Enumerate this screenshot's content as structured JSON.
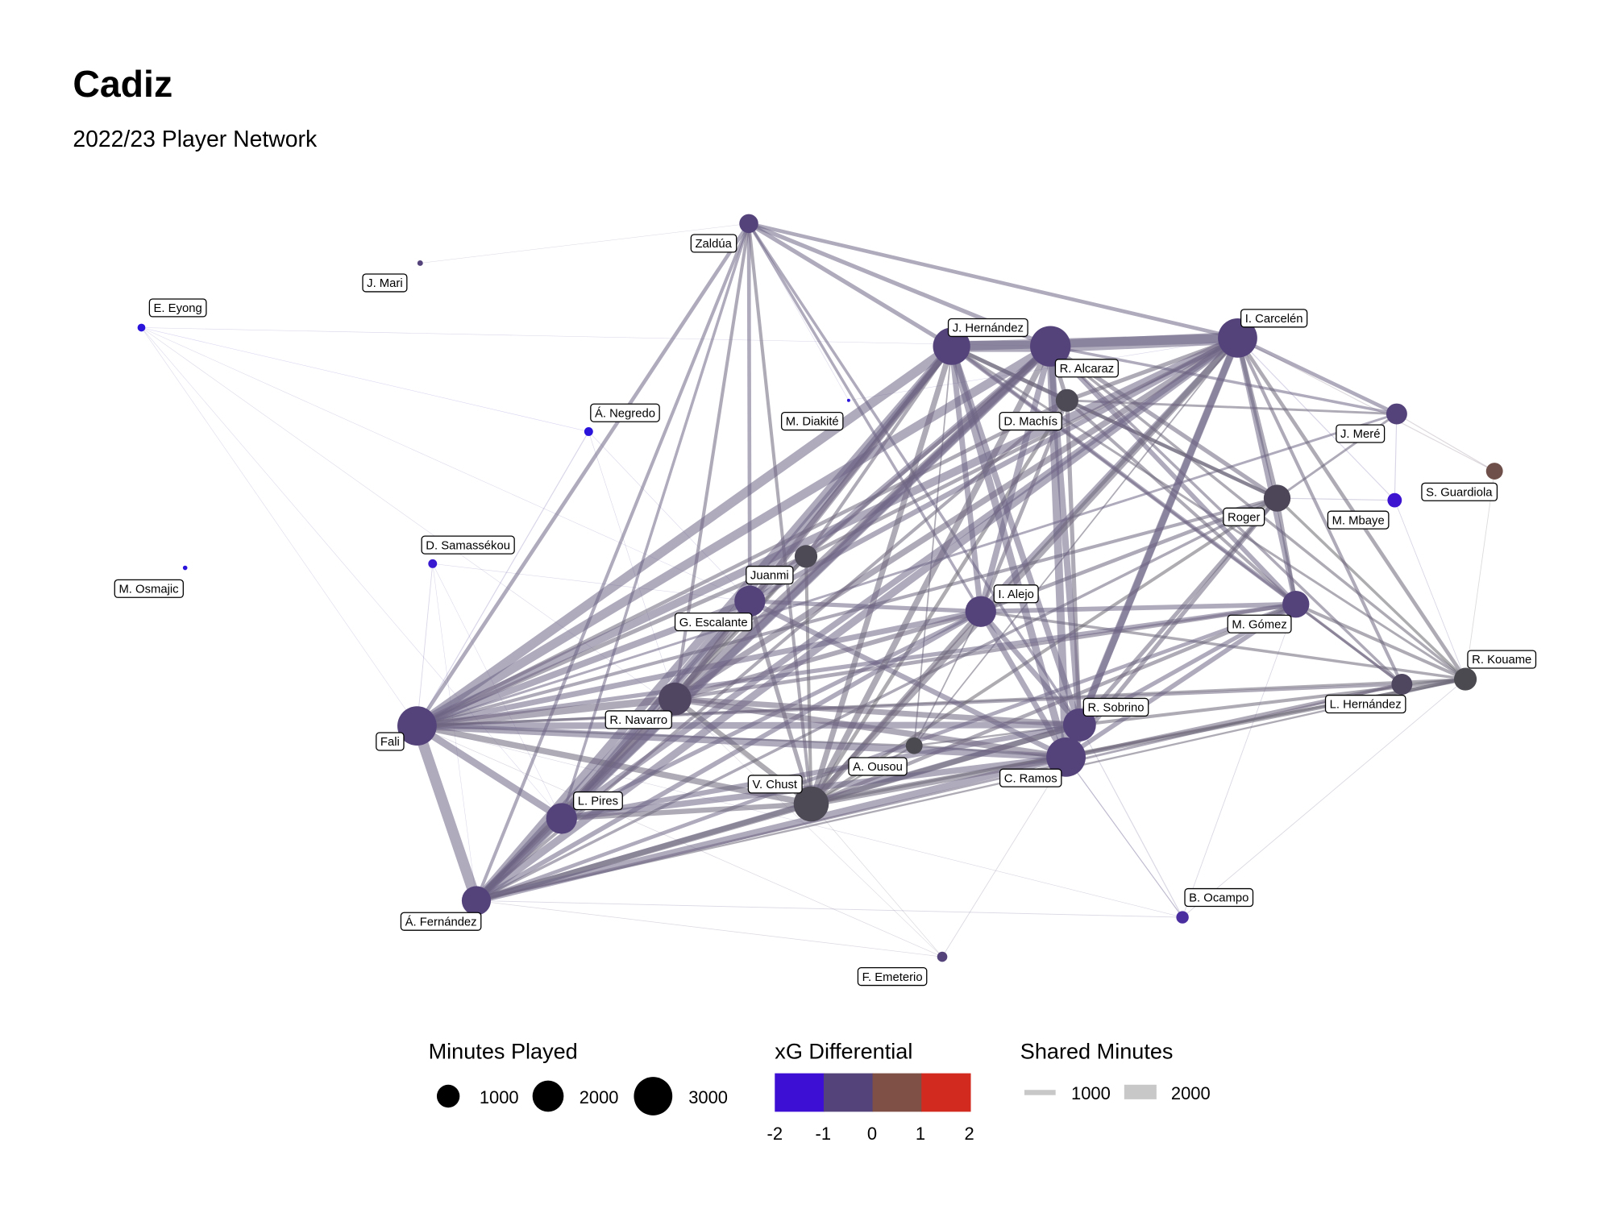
{
  "header": {
    "title": "Cadiz",
    "subtitle": "2022/23 Player Network"
  },
  "legend": {
    "minutes": {
      "title": "Minutes Played",
      "items": [
        {
          "label": "1000",
          "value": 1000
        },
        {
          "label": "2000",
          "value": 2000
        },
        {
          "label": "3000",
          "value": 3000
        }
      ]
    },
    "xg": {
      "title": "xG Differential",
      "ticks": [
        "-2",
        "-1",
        "0",
        "1",
        "2"
      ],
      "colors": [
        "#3d0fd4",
        "#54437a",
        "#7f5146",
        "#d22a1f"
      ]
    },
    "shared": {
      "title": "Shared Minutes",
      "items": [
        {
          "label": "1000",
          "value": 1000
        },
        {
          "label": "2000",
          "value": 2000
        }
      ],
      "color": "#c8c8c8"
    }
  },
  "chart_data": {
    "type": "network",
    "title": "Cadiz",
    "subtitle": "2022/23 Player Network",
    "node_size": "Minutes Played",
    "node_color": "xG Differential",
    "edge_width": "Shared Minutes",
    "nodes": [
      {
        "name": "Zaldúa",
        "minutes": 700,
        "xg": -1.0,
        "color": "#54437a"
      },
      {
        "name": "J. Mari",
        "minutes": 60,
        "xg": -1.0,
        "color": "#54437a"
      },
      {
        "name": "E. Eyong",
        "minutes": 120,
        "xg": -1.9,
        "color": "#2a14dc"
      },
      {
        "name": "Á. Negredo",
        "minutes": 150,
        "xg": -1.9,
        "color": "#2a14dc"
      },
      {
        "name": "M. Diakité",
        "minutes": 20,
        "xg": -1.9,
        "color": "#2a14dc"
      },
      {
        "name": "D. Samassékou",
        "minutes": 150,
        "xg": -1.6,
        "color": "#3a1ad0"
      },
      {
        "name": "M. Osmajic",
        "minutes": 40,
        "xg": -1.9,
        "color": "#2a14dc"
      },
      {
        "name": "J. Hernández",
        "minutes": 2700,
        "xg": -1.0,
        "color": "#54437a"
      },
      {
        "name": "R. Alcaraz",
        "minutes": 3200,
        "xg": -1.0,
        "color": "#54437a"
      },
      {
        "name": "I. Carcelén",
        "minutes": 3000,
        "xg": -1.0,
        "color": "#54437a"
      },
      {
        "name": "D. Machís",
        "minutes": 1000,
        "xg": -0.4,
        "color": "#4e4a55"
      },
      {
        "name": "J. Meré",
        "minutes": 850,
        "xg": -1.0,
        "color": "#54437a"
      },
      {
        "name": "S. Guardiola",
        "minutes": 550,
        "xg": 0.0,
        "color": "#6e4f4a"
      },
      {
        "name": "M. Mbaye",
        "minutes": 400,
        "xg": -1.7,
        "color": "#3d14d0"
      },
      {
        "name": "Roger",
        "minutes": 1400,
        "xg": -0.6,
        "color": "#4d4658"
      },
      {
        "name": "Juanmi",
        "minutes": 1000,
        "xg": -0.4,
        "color": "#4e4a55"
      },
      {
        "name": "G. Escalante",
        "minutes": 1850,
        "xg": -1.0,
        "color": "#54437a"
      },
      {
        "name": "I. Alejo",
        "minutes": 1850,
        "xg": -1.0,
        "color": "#54437a"
      },
      {
        "name": "M. Gómez",
        "minutes": 1400,
        "xg": -1.0,
        "color": "#54437a"
      },
      {
        "name": "R. Kouame",
        "minutes": 1000,
        "xg": -0.4,
        "color": "#4b4a50"
      },
      {
        "name": "L. Hernández",
        "minutes": 850,
        "xg": -0.7,
        "color": "#4f4660"
      },
      {
        "name": "R. Navarro",
        "minutes": 2100,
        "xg": -0.6,
        "color": "#514662"
      },
      {
        "name": "Fali",
        "minutes": 3000,
        "xg": -1.0,
        "color": "#54437a"
      },
      {
        "name": "R. Sobrino",
        "minutes": 2100,
        "xg": -1.0,
        "color": "#54437a"
      },
      {
        "name": "A. Ousou",
        "minutes": 550,
        "xg": -0.4,
        "color": "#4b4a50"
      },
      {
        "name": "C. Ramos",
        "minutes": 3000,
        "xg": -1.0,
        "color": "#54437a"
      },
      {
        "name": "V. Chust",
        "minutes": 2400,
        "xg": -0.4,
        "color": "#4e4a55"
      },
      {
        "name": "L. Pires",
        "minutes": 1850,
        "xg": -1.0,
        "color": "#54437a"
      },
      {
        "name": "Á. Fernández",
        "minutes": 1650,
        "xg": -1.0,
        "color": "#54437a"
      },
      {
        "name": "B. Ocampo",
        "minutes": 300,
        "xg": -1.3,
        "color": "#4a2ea0"
      },
      {
        "name": "F. Emeterio",
        "minutes": 200,
        "xg": -1.0,
        "color": "#54437a"
      }
    ],
    "edges": [
      [
        22,
        28,
        2300
      ],
      [
        22,
        7,
        2000
      ],
      [
        22,
        8,
        1900
      ],
      [
        22,
        9,
        1700
      ],
      [
        22,
        25,
        1500
      ],
      [
        22,
        27,
        1500
      ],
      [
        22,
        21,
        1600
      ],
      [
        22,
        16,
        1400
      ],
      [
        22,
        26,
        1300
      ],
      [
        22,
        23,
        1400
      ],
      [
        22,
        17,
        1200
      ],
      [
        22,
        0,
        800
      ],
      [
        22,
        15,
        900
      ],
      [
        22,
        10,
        800
      ],
      [
        22,
        14,
        700
      ],
      [
        22,
        18,
        900
      ],
      [
        22,
        20,
        600
      ],
      [
        22,
        19,
        500
      ],
      [
        22,
        24,
        400
      ],
      [
        22,
        3,
        200
      ],
      [
        22,
        5,
        150
      ],
      [
        22,
        2,
        80
      ],
      [
        22,
        11,
        500
      ],
      [
        22,
        29,
        100
      ],
      [
        22,
        30,
        120
      ],
      [
        28,
        7,
        1700
      ],
      [
        28,
        8,
        1800
      ],
      [
        28,
        9,
        1600
      ],
      [
        28,
        25,
        1500
      ],
      [
        28,
        27,
        1300
      ],
      [
        28,
        26,
        1300
      ],
      [
        28,
        21,
        1200
      ],
      [
        28,
        0,
        700
      ],
      [
        28,
        16,
        1100
      ],
      [
        28,
        23,
        1200
      ],
      [
        28,
        17,
        1000
      ],
      [
        28,
        15,
        800
      ],
      [
        28,
        10,
        700
      ],
      [
        28,
        14,
        600
      ],
      [
        28,
        18,
        800
      ],
      [
        28,
        20,
        500
      ],
      [
        28,
        19,
        400
      ],
      [
        28,
        29,
        150
      ],
      [
        28,
        30,
        120
      ],
      [
        7,
        8,
        2400
      ],
      [
        8,
        9,
        2600
      ],
      [
        7,
        9,
        2000
      ],
      [
        7,
        25,
        1600
      ],
      [
        7,
        27,
        1300
      ],
      [
        7,
        26,
        1200
      ],
      [
        7,
        23,
        1300
      ],
      [
        7,
        17,
        1200
      ],
      [
        7,
        21,
        1300
      ],
      [
        7,
        16,
        1100
      ],
      [
        7,
        0,
        900
      ],
      [
        7,
        18,
        900
      ],
      [
        7,
        14,
        800
      ],
      [
        7,
        10,
        900
      ],
      [
        7,
        15,
        700
      ],
      [
        7,
        19,
        500
      ],
      [
        7,
        20,
        500
      ],
      [
        8,
        25,
        1700
      ],
      [
        8,
        27,
        1400
      ],
      [
        8,
        26,
        1300
      ],
      [
        8,
        23,
        1400
      ],
      [
        8,
        17,
        1300
      ],
      [
        8,
        21,
        1400
      ],
      [
        8,
        16,
        1200
      ],
      [
        8,
        0,
        900
      ],
      [
        8,
        18,
        1000
      ],
      [
        8,
        14,
        900
      ],
      [
        8,
        10,
        900
      ],
      [
        8,
        15,
        800
      ],
      [
        8,
        19,
        600
      ],
      [
        8,
        20,
        600
      ],
      [
        8,
        11,
        600
      ],
      [
        9,
        25,
        1600
      ],
      [
        9,
        27,
        1300
      ],
      [
        9,
        26,
        1400
      ],
      [
        9,
        23,
        1400
      ],
      [
        9,
        17,
        1300
      ],
      [
        9,
        21,
        1300
      ],
      [
        9,
        16,
        1100
      ],
      [
        9,
        0,
        800
      ],
      [
        9,
        18,
        1100
      ],
      [
        9,
        14,
        1000
      ],
      [
        9,
        10,
        900
      ],
      [
        9,
        15,
        800
      ],
      [
        9,
        19,
        800
      ],
      [
        9,
        20,
        700
      ],
      [
        9,
        11,
        800
      ],
      [
        9,
        13,
        200
      ],
      [
        9,
        4,
        60
      ],
      [
        25,
        27,
        1300
      ],
      [
        25,
        26,
        1400
      ],
      [
        25,
        23,
        1500
      ],
      [
        25,
        17,
        1200
      ],
      [
        25,
        21,
        1300
      ],
      [
        25,
        16,
        1100
      ],
      [
        25,
        18,
        1000
      ],
      [
        25,
        14,
        900
      ],
      [
        25,
        19,
        800
      ],
      [
        25,
        20,
        800
      ],
      [
        25,
        24,
        500
      ],
      [
        25,
        29,
        200
      ],
      [
        23,
        26,
        1200
      ],
      [
        23,
        17,
        1100
      ],
      [
        23,
        21,
        1200
      ],
      [
        23,
        27,
        1100
      ],
      [
        23,
        10,
        900
      ],
      [
        23,
        14,
        900
      ],
      [
        23,
        18,
        900
      ],
      [
        23,
        19,
        700
      ],
      [
        27,
        26,
        1100
      ],
      [
        27,
        21,
        1200
      ],
      [
        27,
        16,
        1000
      ],
      [
        27,
        17,
        900
      ],
      [
        27,
        0,
        600
      ],
      [
        26,
        21,
        1100
      ],
      [
        26,
        16,
        900
      ],
      [
        26,
        15,
        700
      ],
      [
        26,
        17,
        1000
      ],
      [
        26,
        10,
        800
      ],
      [
        26,
        14,
        700
      ],
      [
        26,
        19,
        600
      ],
      [
        26,
        18,
        800
      ],
      [
        21,
        16,
        1000
      ],
      [
        21,
        17,
        1000
      ],
      [
        21,
        15,
        800
      ],
      [
        21,
        0,
        700
      ],
      [
        21,
        18,
        800
      ],
      [
        17,
        18,
        1000
      ],
      [
        17,
        14,
        800
      ],
      [
        17,
        10,
        800
      ],
      [
        17,
        16,
        900
      ],
      [
        17,
        19,
        600
      ],
      [
        10,
        14,
        700
      ],
      [
        10,
        18,
        700
      ],
      [
        10,
        11,
        500
      ],
      [
        14,
        18,
        800
      ],
      [
        14,
        11,
        500
      ],
      [
        14,
        19,
        600
      ],
      [
        18,
        19,
        700
      ],
      [
        18,
        20,
        600
      ],
      [
        19,
        20,
        500
      ],
      [
        11,
        12,
        200
      ],
      [
        11,
        13,
        200
      ],
      [
        12,
        19,
        150
      ],
      [
        12,
        9,
        200
      ],
      [
        13,
        19,
        150
      ],
      [
        14,
        13,
        200
      ],
      [
        0,
        16,
        800
      ],
      [
        0,
        26,
        700
      ],
      [
        0,
        17,
        600
      ],
      [
        0,
        23,
        600
      ],
      [
        0,
        4,
        80
      ],
      [
        0,
        1,
        40
      ],
      [
        2,
        8,
        60
      ],
      [
        2,
        27,
        80
      ],
      [
        2,
        16,
        60
      ],
      [
        2,
        3,
        50
      ],
      [
        2,
        26,
        50
      ],
      [
        3,
        16,
        100
      ],
      [
        3,
        21,
        100
      ],
      [
        5,
        16,
        80
      ],
      [
        5,
        27,
        80
      ],
      [
        5,
        28,
        60
      ],
      [
        29,
        23,
        200
      ],
      [
        29,
        19,
        150
      ],
      [
        29,
        18,
        150
      ],
      [
        29,
        25,
        200
      ],
      [
        30,
        25,
        150
      ],
      [
        30,
        26,
        120
      ],
      [
        30,
        21,
        100
      ],
      [
        24,
        26,
        400
      ],
      [
        24,
        23,
        400
      ],
      [
        24,
        17,
        300
      ],
      [
        24,
        9,
        300
      ],
      [
        24,
        7,
        300
      ]
    ]
  }
}
